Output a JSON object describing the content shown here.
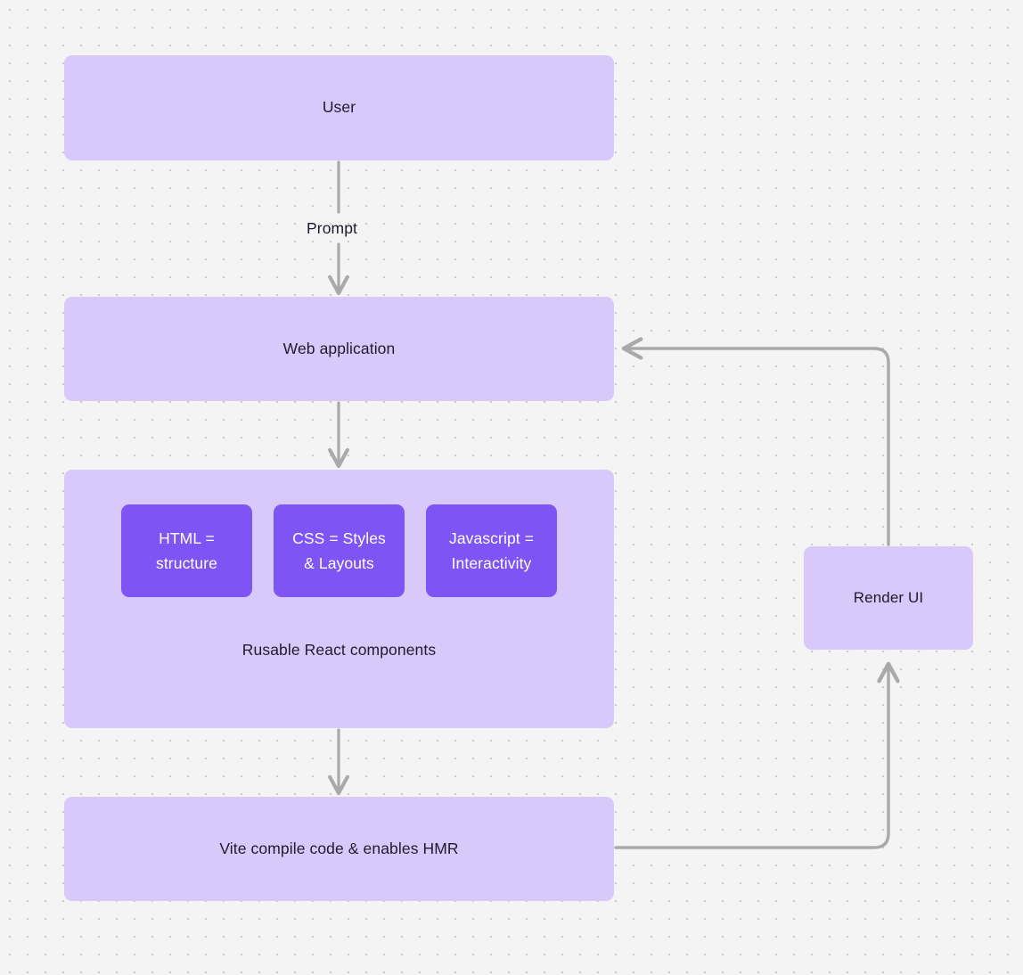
{
  "diagram": {
    "type": "flowchart",
    "background_color": "#f4f4f4",
    "grid": "dot-grid",
    "node_fill": "#d9c9fb",
    "chip_fill": "#7f54f4",
    "edge_color": "#a9a9a9",
    "text_color": "#1f1b2e",
    "nodes": {
      "user": {
        "label": "User"
      },
      "web_application": {
        "label": "Web application"
      },
      "components_group": {
        "caption": "Rusable React components",
        "chips": [
          {
            "label": "HTML =\nstructure"
          },
          {
            "label": "CSS = Styles\n& Layouts"
          },
          {
            "label": "Javascript =\nInteractivity"
          }
        ]
      },
      "vite": {
        "label": "Vite compile code & enables HMR"
      },
      "render_ui": {
        "label": "Render UI"
      }
    },
    "edges": [
      {
        "from": "user",
        "to": "web_application",
        "label": "Prompt",
        "direction": "down"
      },
      {
        "from": "web_application",
        "to": "components_group",
        "label": "",
        "direction": "down"
      },
      {
        "from": "components_group",
        "to": "vite",
        "label": "",
        "direction": "down"
      },
      {
        "from": "vite",
        "to": "render_ui",
        "label": "",
        "direction": "right-up"
      },
      {
        "from": "render_ui",
        "to": "web_application",
        "label": "",
        "direction": "up-left"
      }
    ]
  }
}
